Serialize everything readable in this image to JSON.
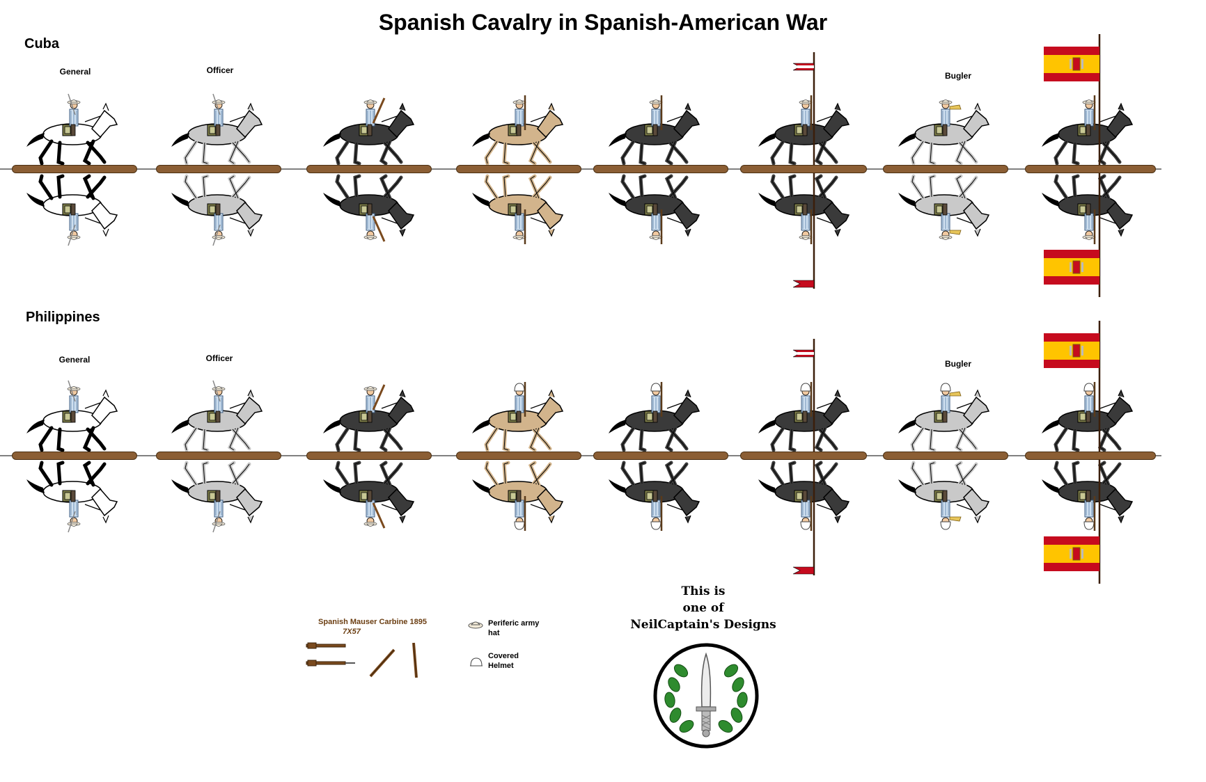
{
  "title": "Spanish Cavalry in Spanish-American War",
  "sections": [
    {
      "name": "Cuba",
      "labels": [
        "General",
        "Officer",
        "Bugler"
      ]
    },
    {
      "name": "Philippines",
      "labels": [
        "General",
        "Officer",
        "Bugler"
      ]
    }
  ],
  "legend": {
    "carbine_name": "Spanish Mauser Carbine 1895",
    "carbine_caliber": "7X57",
    "hat_label_line1": "Periferic army",
    "hat_label_line2": "hat",
    "helmet_label_line1": "Covered",
    "helmet_label_line2": "Helmet"
  },
  "credit": {
    "line1": "This is",
    "line2": "one of",
    "line3": "NeilCaptain's Designs"
  },
  "colors": {
    "horse_white": "#ffffff",
    "horse_grey": "#c9c9c9",
    "horse_black": "#3a3a3a",
    "horse_tan": "#d2b48c",
    "base_brown": "#8b5e34",
    "flag_red": "#c60b1e",
    "flag_yellow": "#ffc400",
    "wreath_green": "#2e8b2e"
  },
  "horse_coats_per_row": [
    "white",
    "grey",
    "black",
    "tan",
    "black",
    "black",
    "grey",
    "black"
  ]
}
